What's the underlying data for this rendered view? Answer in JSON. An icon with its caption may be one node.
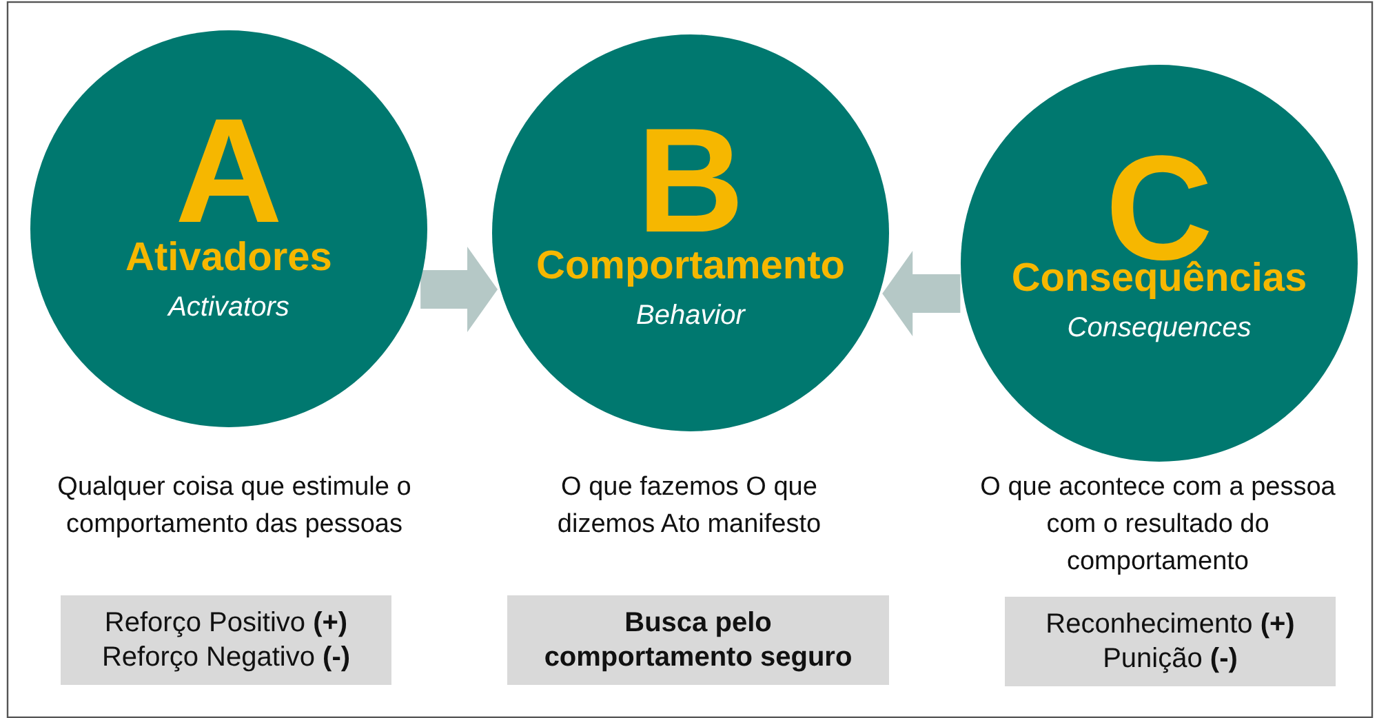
{
  "diagram": {
    "nodes": [
      {
        "text": [
          "A",
          "Ativadores",
          "Activators"
        ]
      },
      {
        "text": [
          "B",
          "Comportamento",
          "Behavior"
        ]
      },
      {
        "text": [
          "C",
          "Consequências",
          "Consequences"
        ]
      },
      {
        "text": [
          "Reforço Positivo **(+)**",
          "Reforço Negativo **(-)**"
        ]
      },
      {
        "text": [
          "Busca pelo comportamento seguro"
        ]
      },
      {
        "text": [
          "Reconhecimento **(+)**",
          "Punição **(-)**"
        ]
      }
    ],
    "edges": [
      {
        "from": 0,
        "to": 1,
        "arrow": "to"
      },
      {
        "from": 2,
        "to": 1,
        "arrow": "to"
      }
    ],
    "labels": [
      "Qualquer coisa que estimule o comportamento das pessoas",
      "O que fazemos O que dizemos Ato manifesto",
      "O que acontece com a pessoa com o resultado do comportamento"
    ]
  }
}
